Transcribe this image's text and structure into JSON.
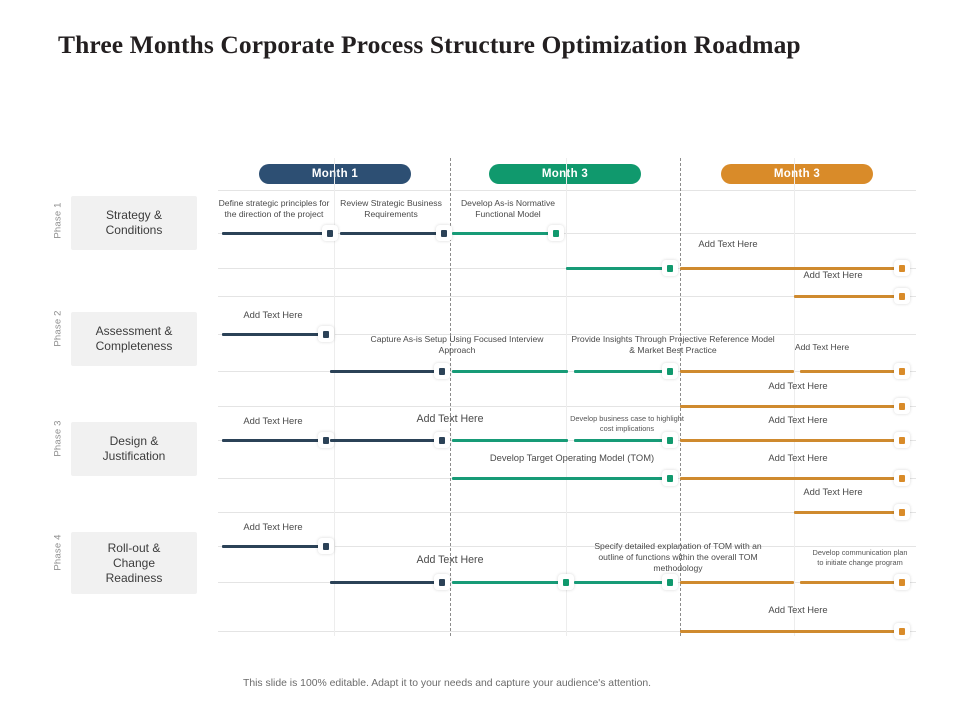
{
  "slide": {
    "title": "Three Months Corporate Process Structure Optimization Roadmap",
    "footer": "This slide is 100% editable. Adapt it to your needs and capture your audience's attention."
  },
  "colors": {
    "navy": "#2d4f73",
    "navy_bar": "#2b4257",
    "green": "#10996d",
    "green_bar": "#179b77",
    "orange": "#d98b29",
    "orange_bar": "#cf8a2e",
    "grid": "#e4e4e4",
    "phase_box_bg": "#f1f1f1",
    "text": "#4a4a4a"
  },
  "months": [
    {
      "label": "Month 1",
      "color": "#2d4f73"
    },
    {
      "label": "Month 3",
      "color": "#10996d"
    },
    {
      "label": "Month 3",
      "color": "#d98b29"
    }
  ],
  "phases": [
    {
      "index": "Phase 1",
      "name": "Strategy &\nConditions"
    },
    {
      "index": "Phase 2",
      "name": "Assessment &\nCompleteness"
    },
    {
      "index": "Phase 3",
      "name": "Design &\nJustification"
    },
    {
      "index": "Phase 4",
      "name": "Roll-out &\nChange\nReadiness"
    }
  ],
  "phase_labels": {
    "p1_index": "Phase 1",
    "p1_name": "Strategy & Conditions",
    "p2_index": "Phase 2",
    "p2_name": "Assessment & Completeness",
    "p3_index": "Phase 3",
    "p3_name": "Design & Justification",
    "p4_index": "Phase 4",
    "p4_name": "Roll-out & Change Readiness"
  },
  "tasks": {
    "t1": {
      "label": "Define strategic principles for the direction of the project",
      "color": "navy"
    },
    "t2": {
      "label": "Review Strategic Business Requirements",
      "color": "navy"
    },
    "t3": {
      "label": "Develop As-is Normative Functional Model",
      "color": "green"
    },
    "t4": {
      "label": "Add Text Here",
      "color": "orange"
    },
    "t5": {
      "label": "Add Text Here",
      "color": "orange"
    },
    "t6": {
      "label": "Add Text Here",
      "color": "navy"
    },
    "t7": {
      "label": "Capture As-is Setup Using Focused Interview Approach",
      "color": "navy"
    },
    "t8": {
      "label": "Provide Insights Through Projective Reference Model & Market Best Practice",
      "color": "green"
    },
    "t9": {
      "label": "Add Text Here",
      "color": "orange"
    },
    "t10": {
      "label": "Add Text Here",
      "color": "orange"
    },
    "t11": {
      "label": "Add Text Here",
      "color": "orange"
    },
    "t12": {
      "label": "Add Text Here",
      "color": "navy"
    },
    "t13": {
      "label": "Add Text Here",
      "color": "navy"
    },
    "t14": {
      "label": "Develop business case to highlight cost implications",
      "color": "green"
    },
    "t15": {
      "label": "Develop Target Operating Model (TOM)",
      "color": "green"
    },
    "t16": {
      "label": "Add Text Here",
      "color": "orange"
    },
    "t17": {
      "label": "Add Text Here",
      "color": "orange"
    },
    "t18": {
      "label": "Add Text Here",
      "color": "navy"
    },
    "t19": {
      "label": "Add Text Here",
      "color": "navy"
    },
    "t20": {
      "label": "Specify detailed explanation of TOM with an outline of functions within the overall TOM methodology",
      "color": "green"
    },
    "t21": {
      "label": "Develop communication plan to initiate change program",
      "color": "orange"
    },
    "t22": {
      "label": "Add Text Here",
      "color": "orange"
    }
  },
  "chart_data": {
    "type": "bar",
    "title": "Three Months Corporate Process Structure Optimization Roadmap",
    "xlabel": "",
    "ylabel": "",
    "grid": true,
    "legend": "none",
    "columns": [
      "Month 1",
      "Month 3",
      "Month 3"
    ],
    "rows": [
      {
        "phase": "Phase 1",
        "row": 1,
        "bars": [
          {
            "label": "Define strategic principles for the direction of the project",
            "start": 0,
            "end": 110,
            "color": "#2b4257"
          },
          {
            "label": "Review Strategic Business Requirements",
            "start": 122,
            "end": 228,
            "color": "#2b4257"
          },
          {
            "label": "Develop As-is Normative Functional Model",
            "start": 232,
            "end": 340,
            "color": "#179b77"
          }
        ]
      },
      {
        "phase": "Phase 1",
        "row": 2,
        "bars": [
          {
            "label": "",
            "start": 348,
            "end": 452,
            "color": "#179b77"
          },
          {
            "label": "Add Text Here",
            "start": 462,
            "end": 686,
            "color": "#cf8a2e"
          }
        ]
      },
      {
        "phase": "Phase 1",
        "row": 3,
        "bars": [
          {
            "label": "Add Text Here",
            "start": 576,
            "end": 686,
            "color": "#cf8a2e"
          }
        ]
      },
      {
        "phase": "Phase 2",
        "row": 4,
        "bars": [
          {
            "label": "Add Text Here",
            "start": 0,
            "end": 102,
            "color": "#2b4257"
          }
        ]
      },
      {
        "phase": "Phase 2",
        "row": 5,
        "bars": [
          {
            "label": "Capture As-is Setup Using Focused Interview Approach",
            "start": 112,
            "end": 228,
            "color": "#2b4257"
          },
          {
            "label": "Provide Insights Through Projective Reference Model & Market Best Practice",
            "start": 232,
            "end": 452,
            "color": "#179b77"
          },
          {
            "label": "Add Text Here",
            "start": 462,
            "end": 686,
            "color": "#cf8a2e"
          }
        ]
      },
      {
        "phase": "Phase 2",
        "row": 6,
        "bars": [
          {
            "label": "Add Text Here",
            "start": 462,
            "end": 686,
            "color": "#cf8a2e"
          }
        ]
      },
      {
        "phase": "Phase 3",
        "row": 7,
        "bars": [
          {
            "label": "Add Text Here",
            "start": 462,
            "end": 686,
            "color": "#cf8a2e"
          }
        ]
      },
      {
        "phase": "Phase 3",
        "row": 8,
        "bars": [
          {
            "label": "Add Text Here",
            "start": 0,
            "end": 102,
            "color": "#2b4257"
          },
          {
            "label": "Add Text Here",
            "start": 112,
            "end": 228,
            "color": "#2b4257"
          },
          {
            "label": "Develop business case to highlight cost implications",
            "start": 232,
            "end": 452,
            "color": "#179b77"
          }
        ]
      },
      {
        "phase": "Phase 3",
        "row": 9,
        "bars": [
          {
            "label": "Develop Target Operating Model (TOM)",
            "start": 232,
            "end": 452,
            "color": "#179b77"
          },
          {
            "label": "Add Text Here",
            "start": 462,
            "end": 686,
            "color": "#cf8a2e"
          }
        ]
      },
      {
        "phase": "Phase 3",
        "row": 10,
        "bars": [
          {
            "label": "Add Text Here",
            "start": 576,
            "end": 686,
            "color": "#cf8a2e"
          }
        ]
      },
      {
        "phase": "Phase 4",
        "row": 11,
        "bars": [
          {
            "label": "Add Text Here",
            "start": 0,
            "end": 102,
            "color": "#2b4257"
          }
        ]
      },
      {
        "phase": "Phase 4",
        "row": 12,
        "bars": [
          {
            "label": "Add Text Here",
            "start": 112,
            "end": 228,
            "color": "#2b4257"
          },
          {
            "label": "Specify detailed explanation of TOM with an outline of functions within the overall TOM methodology",
            "start": 232,
            "end": 452,
            "color": "#179b77"
          },
          {
            "label": "Develop communication plan to initiate change program",
            "start": 462,
            "end": 686,
            "color": "#cf8a2e"
          }
        ]
      },
      {
        "phase": "Phase 4",
        "row": 13,
        "bars": [
          {
            "label": "Add Text Here",
            "start": 462,
            "end": 686,
            "color": "#cf8a2e"
          }
        ]
      }
    ]
  }
}
